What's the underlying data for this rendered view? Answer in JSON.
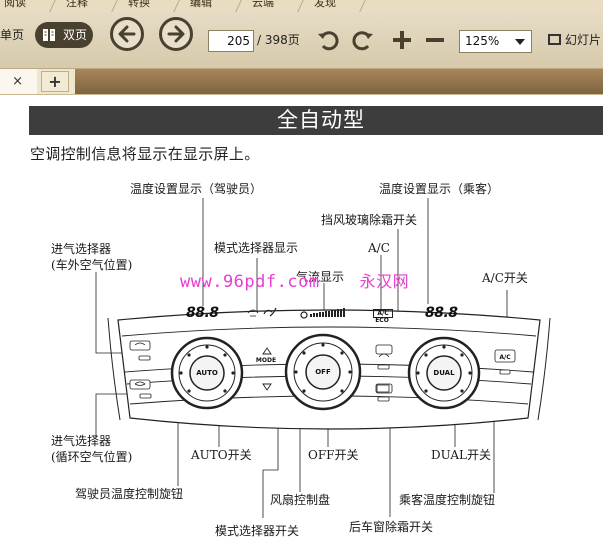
{
  "menu": {
    "items": [
      "阅读",
      "注释",
      "转换",
      "编辑",
      "云端",
      "发现"
    ]
  },
  "toolbar": {
    "single_page": "单页",
    "double_page": "双页",
    "current_page": "205",
    "total_pages": "/ 398页",
    "zoom": "125%",
    "slideshow": "幻灯片"
  },
  "tabs": {
    "close_glyph": "×",
    "add_glyph": "+"
  },
  "doc": {
    "section_title": "全自动型",
    "intro": "空调控制信息将显示在显示屏上。",
    "watermark_url": "www.96pdf.com",
    "watermark_cn": "永汉网",
    "labels": {
      "temp_driver": "温度设置显示（驾驶员）",
      "temp_passenger": "温度设置显示（乘客）",
      "defrost_windshield": "挡风玻璃除霜开关",
      "intake_outside_1": "进气选择器",
      "intake_outside_2": "(车外空气位置)",
      "mode_display": "模式选择器显示",
      "ac": "A/C",
      "airflow_display": "气流显示",
      "ac_switch": "A/C开关",
      "intake_recirc_1": "进气选择器",
      "intake_recirc_2": "(循环空气位置)",
      "auto_switch": "AUTO开关",
      "off_switch": "OFF开关",
      "dual_switch": "DUAL开关",
      "driver_knob": "驾驶员温度控制旋钮",
      "fan_dial": "风扇控制盘",
      "passenger_knob": "乘客温度控制旋钮",
      "mode_switch": "模式选择器开关",
      "rear_defrost": "后车窗除霜开关"
    },
    "panel": {
      "display_left": "88.8",
      "display_right": "88.8",
      "knob_left": "AUTO",
      "knob_center": "OFF",
      "knob_right": "DUAL",
      "mode_text": "MODE",
      "ac_button": "A/C",
      "ac_indicator": "A/C",
      "eco_indicator": "ECO"
    }
  }
}
